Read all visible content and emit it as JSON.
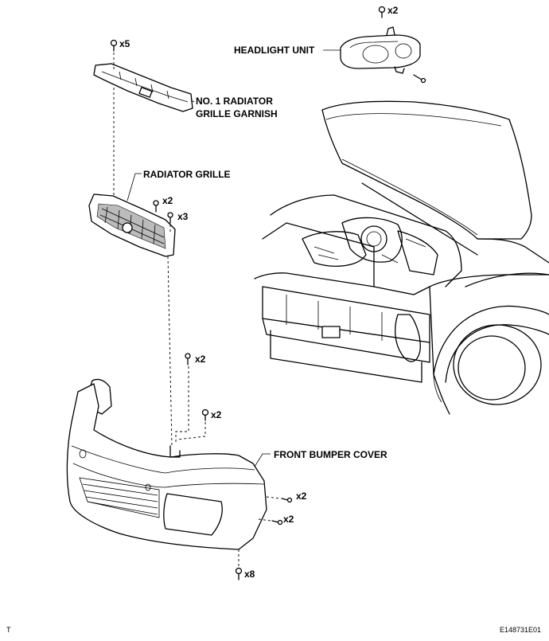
{
  "labels": {
    "headlight_unit": "HEADLIGHT UNIT",
    "garnish_line1": "NO. 1 RADIATOR",
    "garnish_line2": "GRILLE GARNISH",
    "radiator_grille": "RADIATOR GRILLE",
    "front_bumper_cover": "FRONT BUMPER COVER"
  },
  "quantities": {
    "headlight_top": "x2",
    "garnish_clips": "x5",
    "grille_bolts": "x2",
    "grille_clips": "x3",
    "bumper_top_bolts": "x2",
    "bumper_top_clips": "x2",
    "bumper_side_screws_upper": "x2",
    "bumper_side_screws_lower": "x2",
    "bumper_bottom_bolts": "x8"
  },
  "corner": {
    "left": "T",
    "figure_id": "E148731E01"
  }
}
